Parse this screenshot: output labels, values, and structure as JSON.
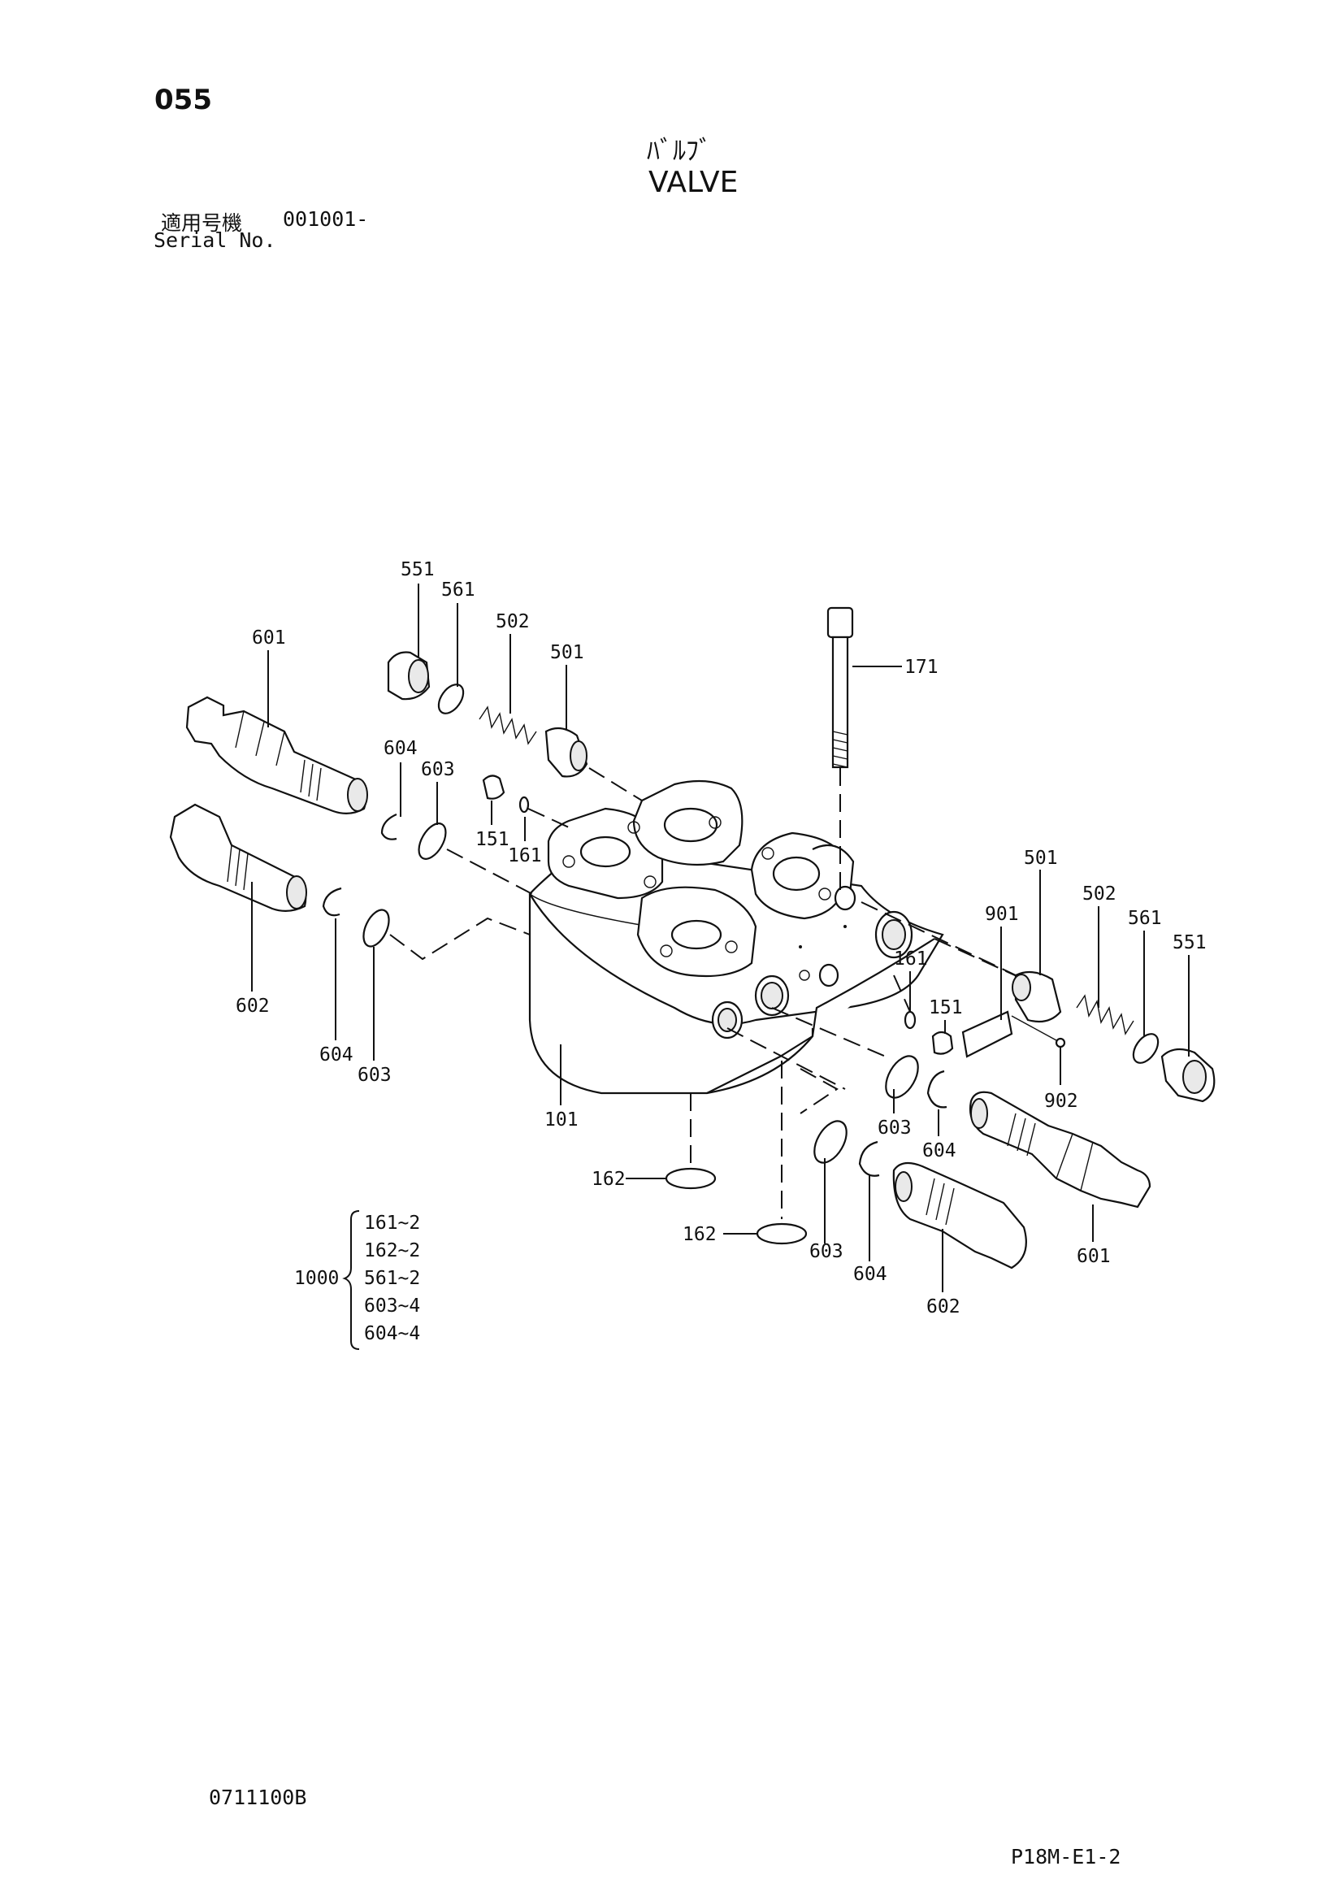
{
  "header": {
    "page_number": "055",
    "title_ja": "ﾊﾞﾙﾌﾞ",
    "title_en": "VALVE",
    "serial_label_ja": "適用号機",
    "serial_value": "001001-",
    "serial_label_en": "Serial No."
  },
  "callouts": {
    "p551_left": "551",
    "p561_left": "561",
    "p502_left": "502",
    "p501_left": "501",
    "p601_left": "601",
    "p604_upper_left": "604",
    "p603_upper_left": "603",
    "p151_left": "151",
    "p161_left": "161",
    "p602_left": "602",
    "p604_lower_left": "604",
    "p603_lower_left": "603",
    "p171": "171",
    "p501_right": "501",
    "p901": "901",
    "p502_right": "502",
    "p561_right": "561",
    "p551_right": "551",
    "p161_right": "161",
    "p151_right": "151",
    "p902": "902",
    "p101": "101",
    "p603_right_upper": "603",
    "p604_right_upper": "604",
    "p162_upper": "162",
    "p162_lower": "162",
    "p603_right_lower": "603",
    "p604_right_lower": "604",
    "p601_right": "601",
    "p602_right": "602"
  },
  "kit": {
    "number": "1000",
    "items": [
      {
        "part": "161",
        "qty": "~2"
      },
      {
        "part": "162",
        "qty": "~2"
      },
      {
        "part": "561",
        "qty": "~2"
      },
      {
        "part": "603",
        "qty": "~4"
      },
      {
        "part": "604",
        "qty": "~4"
      }
    ]
  },
  "footer": {
    "drawing_code": "0711100B",
    "page_ref": "P18M-E1-2"
  }
}
